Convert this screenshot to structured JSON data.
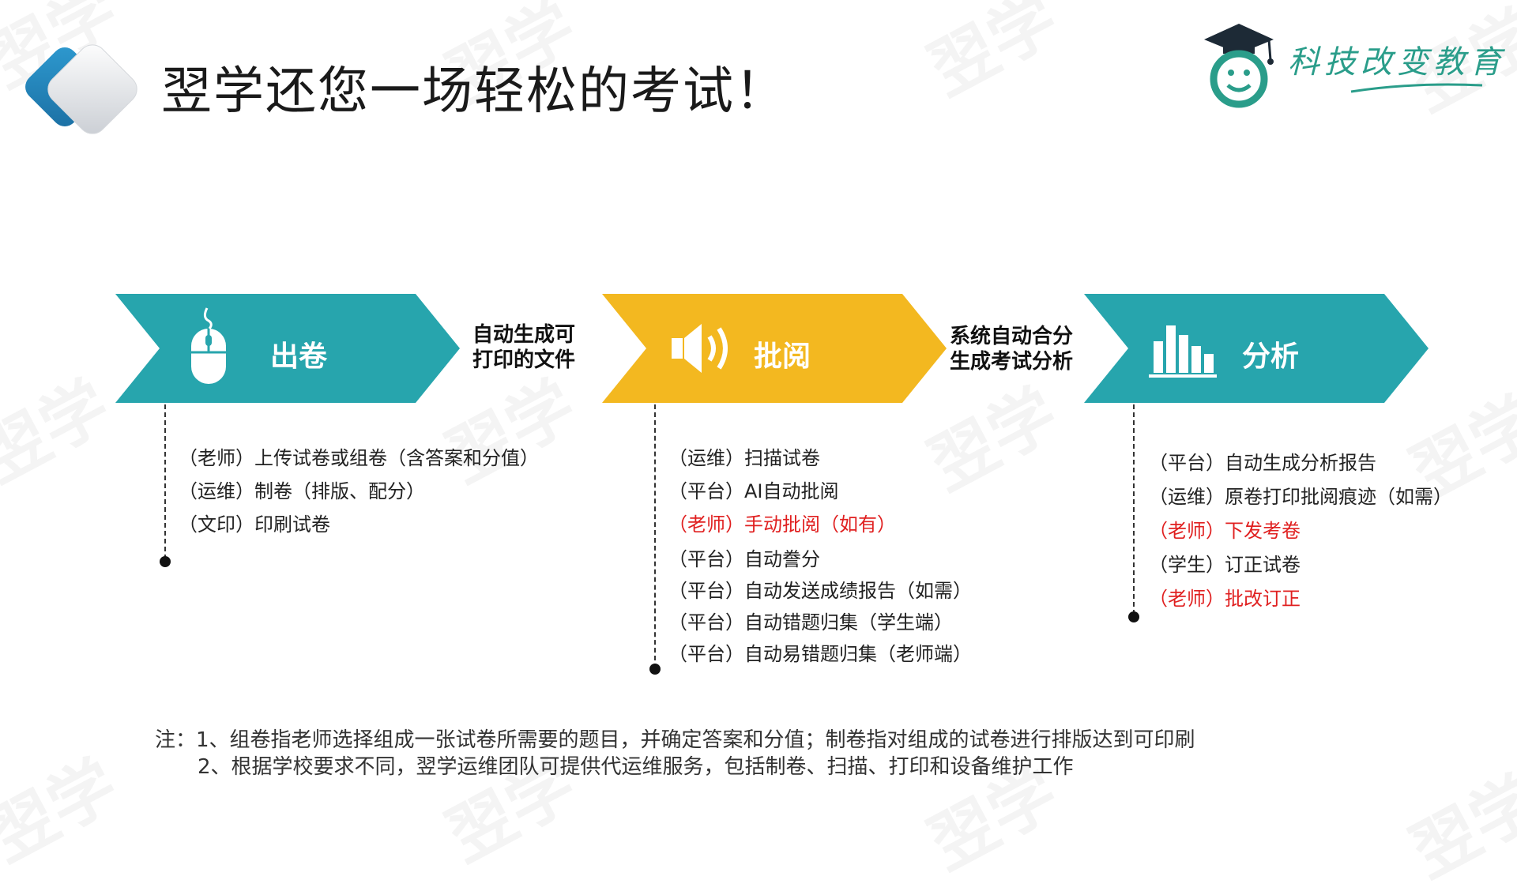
{
  "header": {
    "title": "翌学还您一场轻松的考试！",
    "logo_text": "科技改变教育"
  },
  "watermark": "翌学",
  "colors": {
    "teal": "#27a5ad",
    "yellow": "#f3b820",
    "highlight": "#e02020",
    "logo_green": "#2a9d8a"
  },
  "stages": [
    {
      "label": "出卷",
      "icon": "mouse-icon",
      "steps": [
        {
          "text": "（老师）上传试卷或组卷（含答案和分值）"
        },
        {
          "text": "（运维）制卷（排版、配分）"
        },
        {
          "text": "（文印）印刷试卷"
        }
      ]
    },
    {
      "label": "批阅",
      "icon": "speaker-icon",
      "steps": [
        {
          "text": "（运维）扫描试卷"
        },
        {
          "text": "（平台）AI自动批阅"
        },
        {
          "text": "（老师）手动批阅（如有）",
          "highlight": true
        },
        {
          "text": "（平台）自动誊分"
        },
        {
          "text": "（平台）自动发送成绩报告（如需）"
        },
        {
          "text": "（平台）自动错题归集（学生端）"
        },
        {
          "text": "（平台）自动易错题归集（老师端）"
        }
      ]
    },
    {
      "label": "分析",
      "icon": "bar-chart-icon",
      "steps": [
        {
          "text": "（平台）自动生成分析报告"
        },
        {
          "text": "（运维）原卷打印批阅痕迹（如需）"
        },
        {
          "text": "（老师）下发考卷",
          "highlight": true
        },
        {
          "text": "（学生）订正试卷"
        },
        {
          "text": "（老师）批改订正",
          "highlight": true
        }
      ]
    }
  ],
  "connectors": [
    {
      "line1": "自动生成可",
      "line2": "打印的文件"
    },
    {
      "line1": "系统自动合分",
      "line2": "生成考试分析"
    }
  ],
  "note": {
    "line1": "注：1、组卷指老师选择组成一张试卷所需要的题目，并确定答案和分值；制卷指对组成的试卷进行排版达到可印刷",
    "line2": "2、根据学校要求不同，翌学运维团队可提供代运维服务，包括制卷、扫描、打印和设备维护工作"
  }
}
